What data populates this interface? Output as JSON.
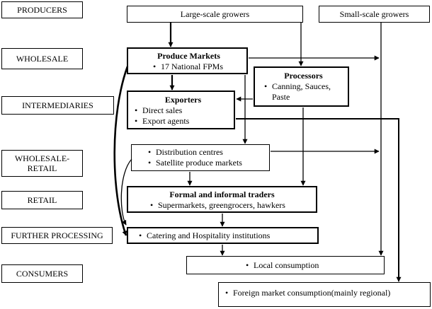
{
  "stages": {
    "producers": "PRODUCERS",
    "wholesale": "WHOLESALE",
    "intermediaries": "INTERMEDIARIES",
    "wholesale_retail": "WHOLESALE-RETAIL",
    "retail": "RETAIL",
    "further_processing": "FURTHER PROCESSING",
    "consumers": "CONSUMERS"
  },
  "nodes": {
    "large_scale_growers": {
      "title": "Large-scale growers"
    },
    "small_scale_growers": {
      "title": "Small-scale growers"
    },
    "produce_markets": {
      "title": "Produce Markets",
      "items": [
        "17 National FPMs"
      ]
    },
    "processors": {
      "title": "Processors",
      "items": [
        "Canning, Sauces, Paste"
      ]
    },
    "exporters": {
      "title": "Exporters",
      "items": [
        "Direct sales",
        "Export agents"
      ]
    },
    "distribution": {
      "items": [
        "Distribution centres",
        "Satellite produce markets"
      ]
    },
    "traders": {
      "title": "Formal and informal traders",
      "items": [
        "Supermarkets, greengrocers, hawkers"
      ]
    },
    "catering": {
      "items": [
        "Catering and Hospitality institutions"
      ]
    },
    "local": {
      "items": [
        "Local consumption"
      ]
    },
    "foreign": {
      "items": [
        "Foreign market consumption(mainly regional)"
      ]
    }
  }
}
